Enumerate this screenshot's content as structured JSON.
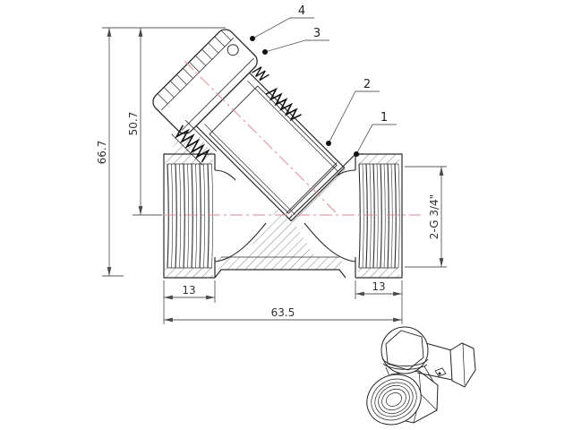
{
  "drawing": {
    "dimensions": {
      "overall_height": "66.7",
      "bonnet_center_height": "50.7",
      "left_thread_length": "13",
      "right_thread_length": "13",
      "overall_length": "63.5",
      "port_thread_spec": "2-G 3/4\""
    },
    "callouts": [
      {
        "number": "1"
      },
      {
        "number": "2"
      },
      {
        "number": "3"
      },
      {
        "number": "4"
      }
    ],
    "colors": {
      "outline": "#2b2b2b",
      "dimension_lines": "#5a5a5a",
      "dimension_text": "#333333",
      "centerline": "#d98c8c",
      "background": "#ffffff"
    }
  }
}
